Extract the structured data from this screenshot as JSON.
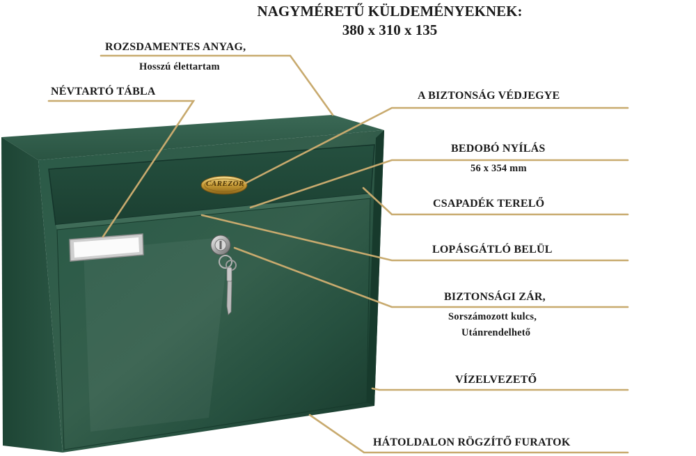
{
  "heading": {
    "title": "NAGYMÉRETŰ KÜLDEMÉNYEKNEK:",
    "dimensions": "380 x 310 x 135"
  },
  "callouts": {
    "stainless": {
      "title": "ROZSDAMENTES ANYAG,",
      "sub": "Hosszú élettartam"
    },
    "nameplate": {
      "title": "NÉVTARTÓ TÁBLA"
    },
    "trademark": {
      "title": "A BIZTONSÁG VÉDJEGYE"
    },
    "slot": {
      "title": "BEDOBÓ NYÍLÁS",
      "sub": "56 x 354 mm"
    },
    "drip": {
      "title": "CSAPADÉK TERELŐ"
    },
    "antitheft": {
      "title": "LOPÁSGÁTLÓ BELÜL"
    },
    "lock": {
      "title": "BIZTONSÁGI ZÁR,",
      "sub1": "Sorszámozott kulcs,",
      "sub2": "Utánrendelhető"
    },
    "drain": {
      "title": "VÍZELVEZETŐ"
    },
    "mounting": {
      "title": "HÁTOLDALON RÖGZÍTŐ FURATOK"
    }
  },
  "product": {
    "logo_text": "CAREZOR",
    "body_color": "#1f4a3a",
    "leader_color": "#c8aa6e"
  }
}
